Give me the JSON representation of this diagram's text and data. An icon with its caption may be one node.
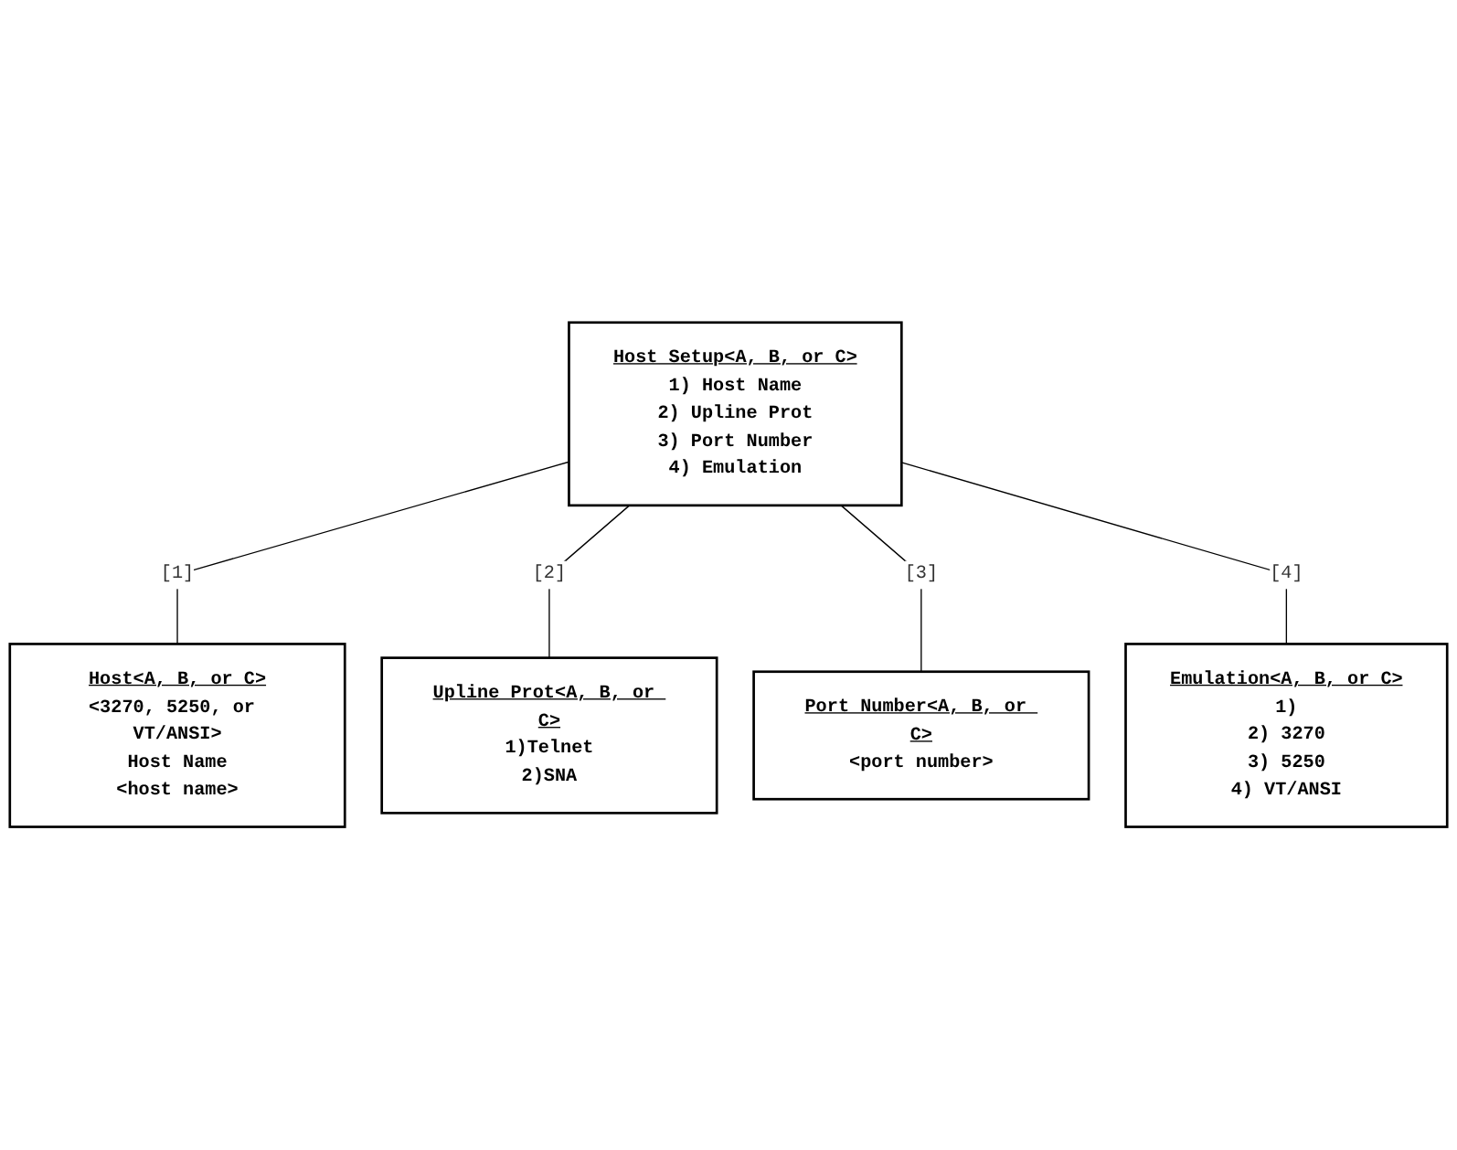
{
  "diagram": {
    "nodes": [
      {
        "text": [
          "Host Setup<A, B, or C>",
          "1) Host Name",
          "2) Upline Prot",
          "3) Port Number",
          "4) Emulation"
        ]
      },
      {
        "text": [
          "Host<A, B, or C>",
          "<3270, 5250, or VT/ANSI>",
          "Host Name",
          "<host name>"
        ]
      },
      {
        "text": [
          "Upline Prot<A, B, or C>",
          "1)Telnet",
          "2)SNA"
        ]
      },
      {
        "text": [
          "Port Number<A, B, or C>",
          "<port number>"
        ]
      },
      {
        "text": [
          "Emulation<A, B, or C>",
          "1)",
          "2) 3270",
          "3) 5250",
          "4) VT/ANSI"
        ]
      }
    ],
    "edges": [
      {
        "from": 0,
        "to": 1,
        "arrow": "none",
        "label": "[1]"
      },
      {
        "from": 0,
        "to": 2,
        "arrow": "none",
        "label": "[2]"
      },
      {
        "from": 0,
        "to": 3,
        "arrow": "none",
        "label": "[3]"
      },
      {
        "from": 0,
        "to": 4,
        "arrow": "none",
        "label": "[4]"
      }
    ]
  }
}
